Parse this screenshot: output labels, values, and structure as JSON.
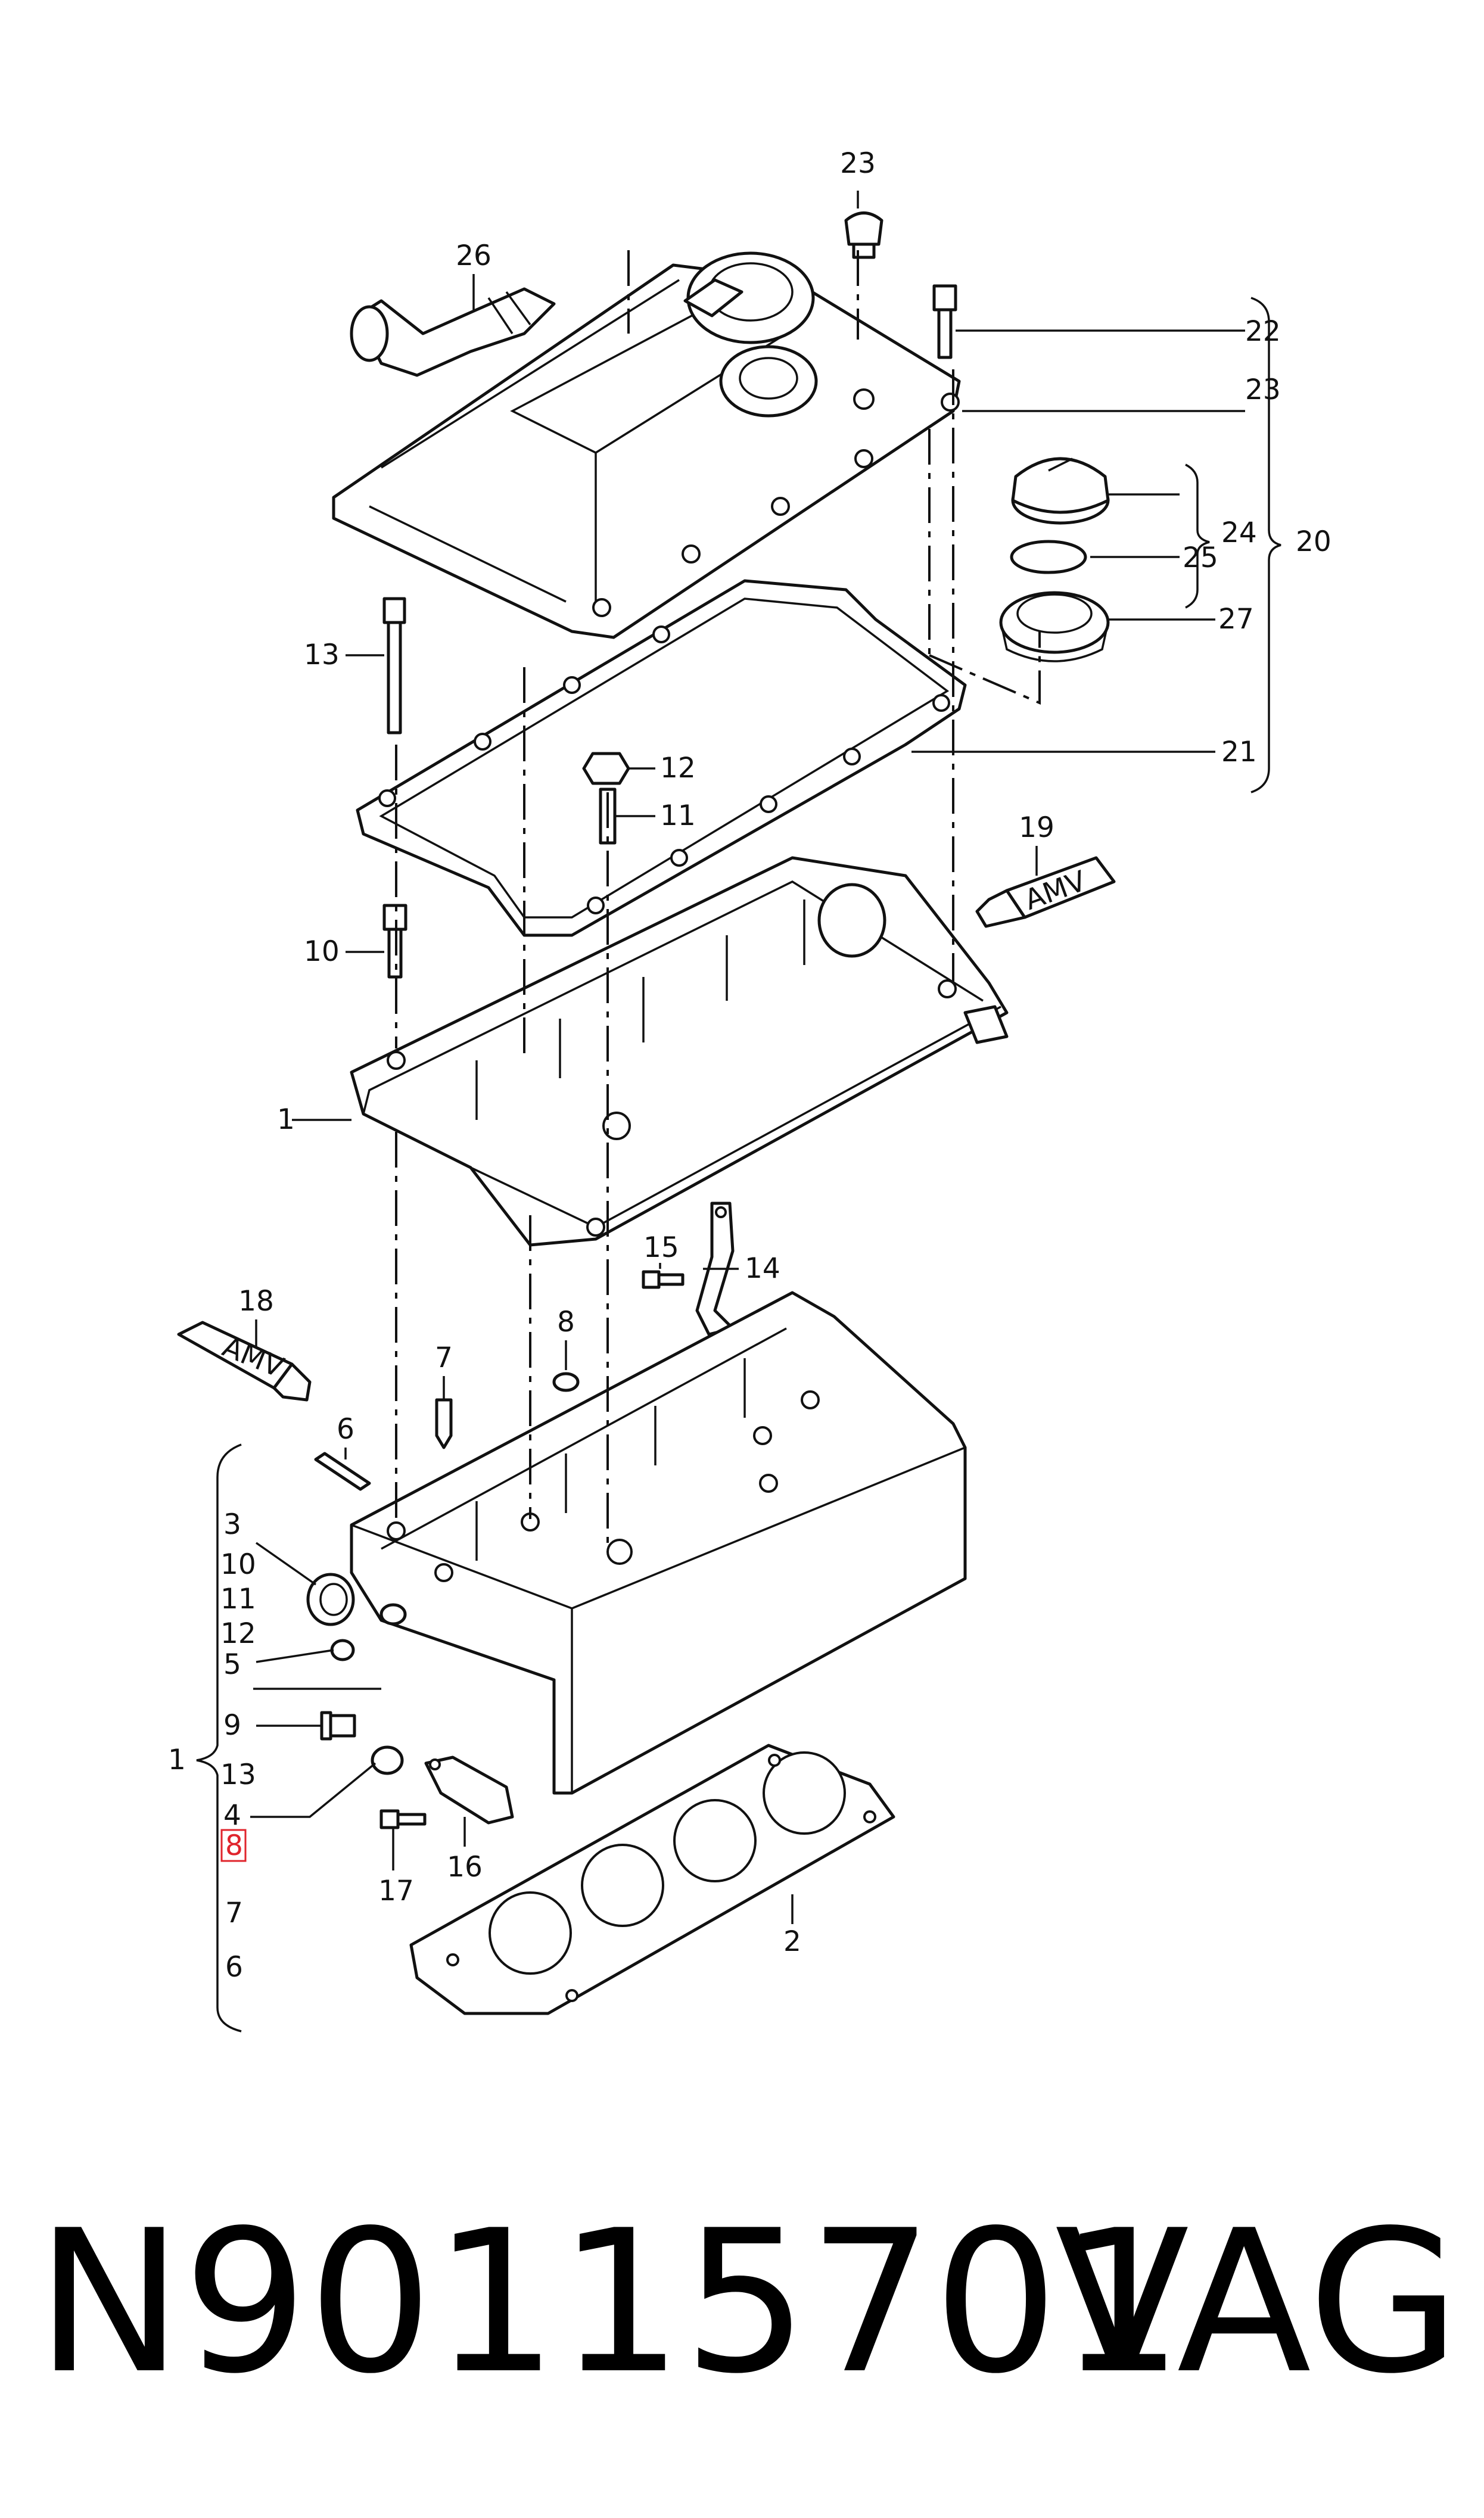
{
  "footer": {
    "part_number": "N90115701",
    "brand": "VAG"
  },
  "callouts": {
    "c1": "1",
    "c2": "2",
    "c3": "3",
    "c4": "4",
    "c5": "5",
    "c6": "6",
    "c7": "7",
    "c8": "8",
    "c9": "9",
    "c10": "10",
    "c11": "11",
    "c12": "12",
    "c13": "13",
    "c14": "14",
    "c15": "15",
    "c16": "16",
    "c17": "17",
    "c18": "18",
    "c19": "19",
    "c20": "20",
    "c21": "21",
    "c22": "22",
    "c23a": "23",
    "c23b": "23",
    "c24": "24",
    "c25": "25",
    "c26": "26",
    "c27": "27"
  },
  "legend_group": {
    "group_label": "1",
    "items": [
      "3",
      "10",
      "11",
      "12",
      "5",
      "9",
      "13",
      "4",
      "8",
      "7",
      "6"
    ],
    "highlighted_item": "8"
  },
  "tube_text": "AMV",
  "highlight_color": "#e0242c"
}
